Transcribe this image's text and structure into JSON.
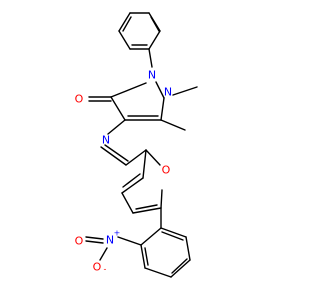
{
  "molecule": {
    "atoms": [
      {
        "id": "O_carbonyl",
        "element": "O",
        "label": "O",
        "color": "#ff0000"
      },
      {
        "id": "N1",
        "element": "N",
        "label": "N",
        "color": "#0000ff"
      },
      {
        "id": "N2",
        "element": "N",
        "label": "N",
        "color": "#0000ff"
      },
      {
        "id": "N_imine",
        "element": "N",
        "label": "N",
        "color": "#0000ff"
      },
      {
        "id": "O_furan",
        "element": "O",
        "label": "O",
        "color": "#ff0000"
      },
      {
        "id": "N_nitro",
        "element": "N",
        "label": "N",
        "charge": "+",
        "color": "#0000ff"
      },
      {
        "id": "O_nitro_1",
        "element": "O",
        "label": "O",
        "charge": "-",
        "color": "#ff0000"
      },
      {
        "id": "O_nitro_2",
        "element": "O",
        "label": "O",
        "color": "#ff0000"
      }
    ],
    "bond_color": "#000000"
  }
}
